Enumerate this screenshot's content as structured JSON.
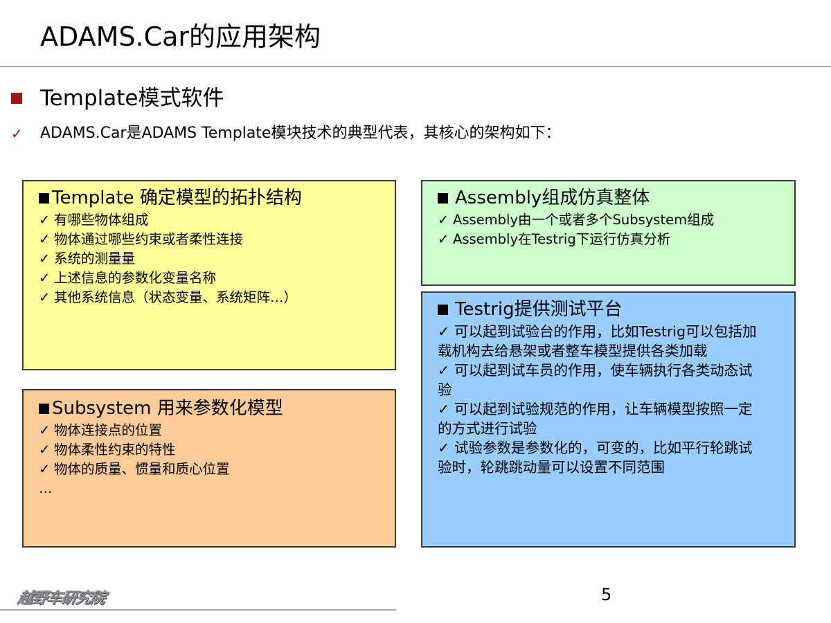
{
  "slide": {
    "title": "ADAMS.Car的应用架构",
    "bullet_main": "Template模式软件",
    "bullet_sub": "ADAMS.Car是ADAMS Template模块技术的典型代表，其核心的架构如下：",
    "page_number": "5",
    "logo_text": "越野车研究院"
  },
  "colors": {
    "bullet_red": "#a31515",
    "template_box": "#ffff99",
    "subsystem_box": "#ffcc99",
    "assembly_box": "#ccffcc",
    "testrig_box": "#99ccff"
  },
  "boxes": {
    "template": {
      "heading": "Template 确定模型的拓扑结构",
      "items": [
        "有哪些物体组成",
        "物体通过哪些约束或者柔性连接",
        "系统的测量量",
        "上述信息的参数化变量名称",
        "其他系统信息（状态变量、系统矩阵…）"
      ]
    },
    "subsystem": {
      "heading": "Subsystem 用来参数化模型",
      "items": [
        "物体连接点的位置",
        "物体柔性约束的特性",
        "物体的质量、惯量和质心位置"
      ],
      "ellipsis": "…"
    },
    "assembly": {
      "heading": "Assembly组成仿真整体",
      "items": [
        "Assembly由一个或者多个Subsystem组成",
        "Assembly在Testrig下运行仿真分析"
      ]
    },
    "testrig": {
      "heading": "Testrig提供测试平台",
      "paragraphs": [
        "可以起到试验台的作用，比如Testrig可以包括加载机构去给悬架或者整车模型提供各类加载",
        "可以起到试车员的作用，使车辆执行各类动态试验",
        "可以起到试验规范的作用，让车辆模型按照一定的方式进行试验",
        "试验参数是参数化的，可变的，比如平行轮跳试验时，轮跳跳动量可以设置不同范围"
      ]
    }
  }
}
